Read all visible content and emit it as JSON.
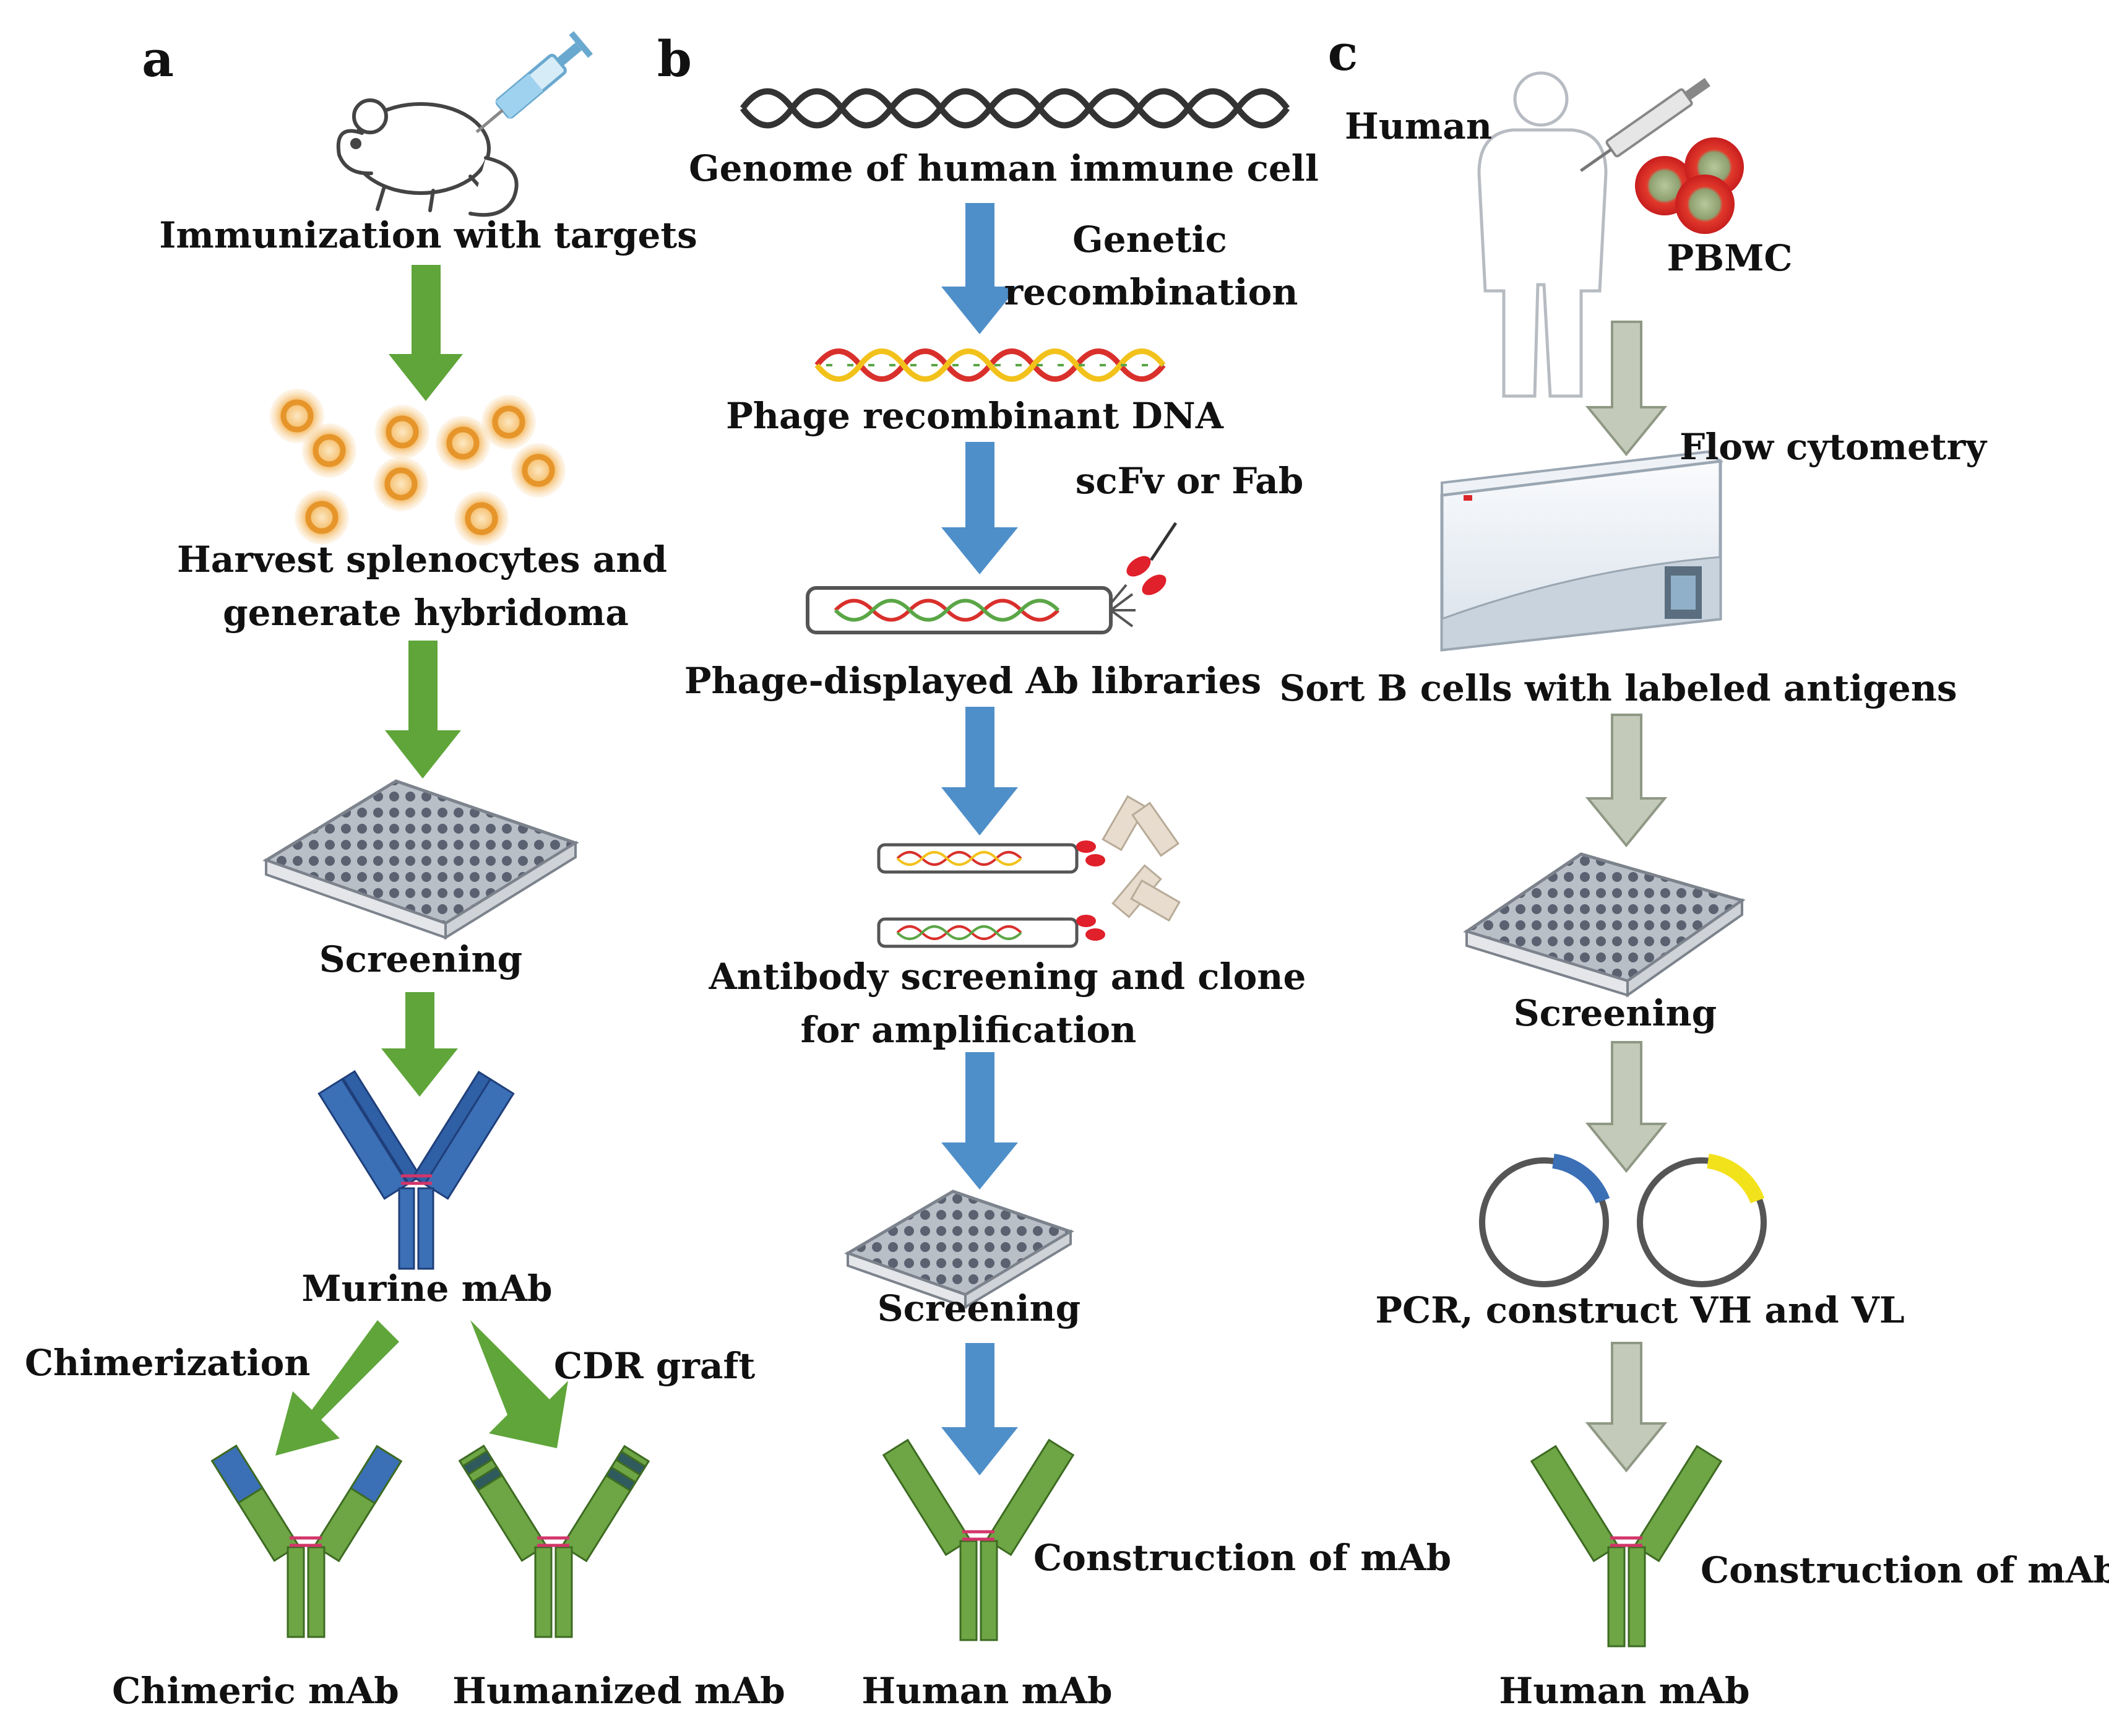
{
  "panels": {
    "a": {
      "letter": "a",
      "immunization": "Immunization with targets",
      "harvest_1": "Harvest splenocytes and",
      "harvest_2": "generate hybridoma",
      "screening": "Screening",
      "murine": "Murine mAb",
      "chimerization": "Chimerization",
      "cdr_graft": "CDR graft",
      "chimeric": "Chimeric mAb",
      "humanized": "Humanized mAb"
    },
    "b": {
      "letter": "b",
      "genome": "Genome of human immune cell",
      "genetic_1": "Genetic",
      "genetic_2": "recombination",
      "phage_dna": "Phage recombinant DNA",
      "scfv": "scFv or Fab",
      "libraries": "Phage-displayed Ab libraries",
      "ab_screen_1": "Antibody screening and clone",
      "ab_screen_2": "for amplification",
      "screening": "Screening",
      "construction": "Construction of mAb",
      "human": "Human mAb"
    },
    "c": {
      "letter": "c",
      "human_label": "Human",
      "pbmc": "PBMC",
      "flow": "Flow cytometry",
      "sort": "Sort B cells with labeled antigens",
      "screening": "Screening",
      "pcr": "PCR, construct VH and VL",
      "construction": "Construction of mAb",
      "human": "Human mAb"
    }
  },
  "colors": {
    "arrow_a": "#5fa53a",
    "arrow_b": "#4e8fc9",
    "arrow_c": "#b3bca8",
    "antibody_green": "#6ea545",
    "antibody_blue": "#3b6fb6",
    "cell_orange": "#e99b2c",
    "pbmc_red": "#d9262a"
  }
}
